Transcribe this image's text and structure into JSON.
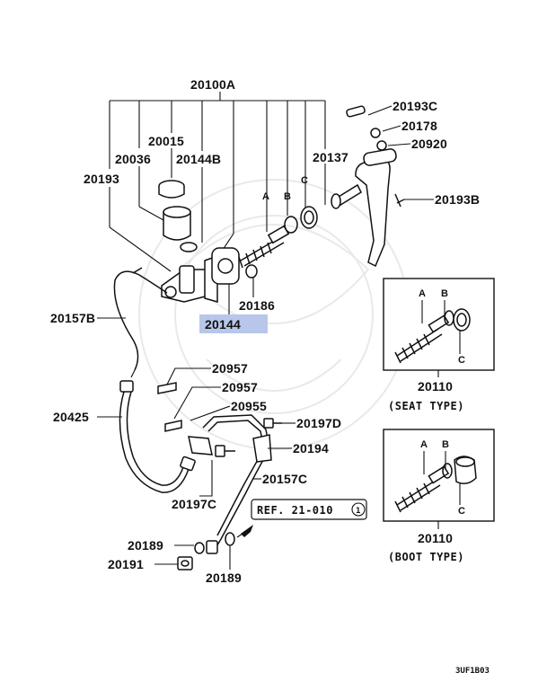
{
  "callouts": {
    "p20100A": "20100A",
    "p20193C": "20193C",
    "p20178": "20178",
    "p20920": "20920",
    "p20015": "20015",
    "p20036": "20036",
    "p20144B": "20144B",
    "p20137": "20137",
    "p20193": "20193",
    "p20193B": "20193B",
    "p20186": "20186",
    "p20144": "20144",
    "p20157B": "20157B",
    "p20957a": "20957",
    "p20957b": "20957",
    "p20955": "20955",
    "p20197D": "20197D",
    "p20425": "20425",
    "p20194": "20194",
    "p20157C": "20157C",
    "p20197C": "20197C",
    "p20189a": "20189",
    "p20191": "20191",
    "p20189b": "20189"
  },
  "letters": {
    "main": [
      "A",
      "B",
      "C"
    ],
    "seat": [
      "A",
      "B",
      "C"
    ],
    "boot": [
      "A",
      "B",
      "C"
    ]
  },
  "insets": {
    "seat": {
      "number": "20110",
      "type": "(SEAT TYPE)"
    },
    "boot": {
      "number": "20110",
      "type": "(BOOT TYPE)"
    }
  },
  "reference": {
    "text": "REF. 21-010",
    "circled": "1"
  },
  "diagram_code": "3UF1B03",
  "highlight_color": "#b8c6ea"
}
